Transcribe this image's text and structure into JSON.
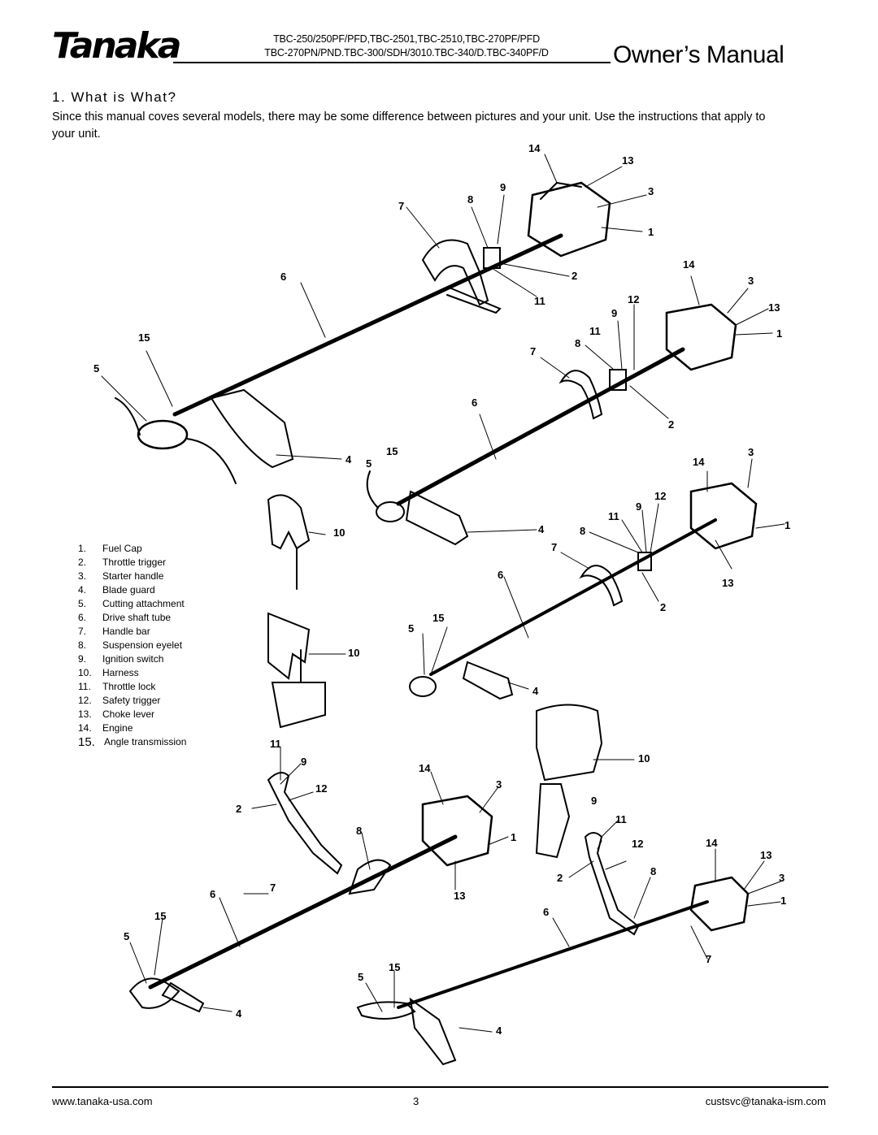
{
  "header": {
    "brand": "Tanaka",
    "models_line1": "TBC-250/250PF/PFD,TBC-2501,TBC-2510,TBC-270PF/PFD",
    "models_line2": "TBC-270PN/PND.TBC-300/SDH/3010.TBC-340/D.TBC-340PF/D",
    "title": "Owner’s Manual"
  },
  "section": {
    "heading": "1. What is What?",
    "intro": "Since this manual coves several models, there may be some difference between pictures and your unit.  Use the instructions that apply to your unit."
  },
  "parts": [
    {
      "num": "1.",
      "label": "Fuel Cap"
    },
    {
      "num": "2.",
      "label": "Throttle trigger"
    },
    {
      "num": "3.",
      "label": "Starter handle"
    },
    {
      "num": "4.",
      "label": "Blade guard"
    },
    {
      "num": "5.",
      "label": "Cutting attachment"
    },
    {
      "num": "6.",
      "label": "Drive shaft tube"
    },
    {
      "num": "7.",
      "label": "Handle bar"
    },
    {
      "num": "8.",
      "label": "Suspension eyelet"
    },
    {
      "num": "9.",
      "label": "Ignition switch"
    },
    {
      "num": "10.",
      "label": "Harness"
    },
    {
      "num": "11.",
      "label": "Throttle lock"
    },
    {
      "num": "12.",
      "label": "Safety trigger"
    },
    {
      "num": "13.",
      "label": "Choke lever"
    },
    {
      "num": "14.",
      "label": "Engine"
    },
    {
      "num": "15.",
      "label": "Angle transmission"
    }
  ],
  "footer": {
    "website": "www.tanaka-usa.com",
    "page": "3",
    "email": "custsvc@tanaka-ism.com"
  }
}
